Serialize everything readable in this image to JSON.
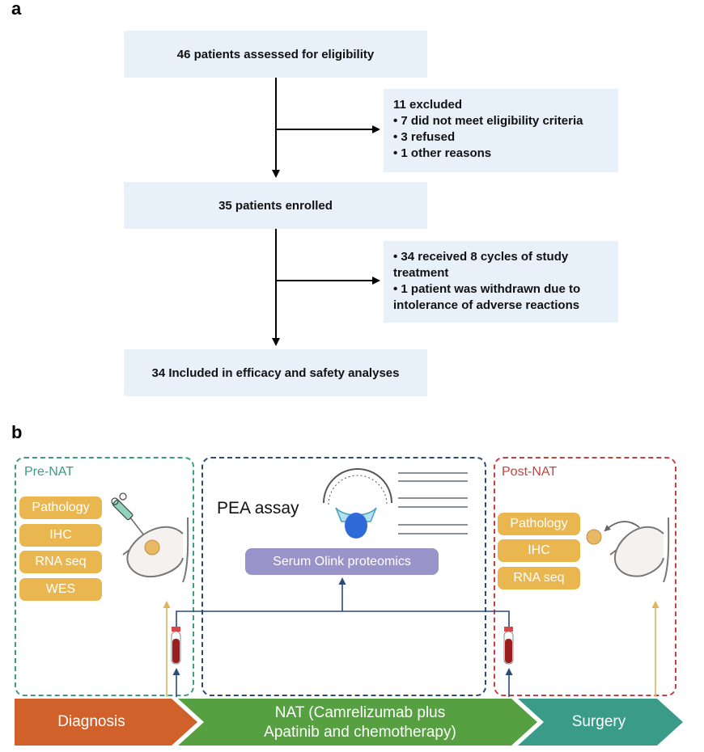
{
  "panel_a": {
    "label": "a",
    "box1": "46 patients assessed for eligibility",
    "excluded": {
      "title": "11 excluded",
      "items": [
        "• 7 did not meet eligibility criteria",
        "• 3 refused",
        "• 1 other reasons"
      ]
    },
    "box2": "35 patients enrolled",
    "treatment": {
      "items": [
        "• 34 received 8 cycles of study",
        "treatment",
        "• 1 patient was withdrawn due to",
        "intolerance of adverse reactions"
      ]
    },
    "box3": "34 Included in efficacy and safety analyses"
  },
  "panel_b": {
    "label": "b",
    "pre_nat": {
      "title": "Pre-NAT",
      "items": [
        "Pathology",
        "IHC",
        "RNA seq",
        "WES"
      ]
    },
    "middle": {
      "pea_label": "PEA assay",
      "olink_label": "Serum Olink proteomics"
    },
    "post_nat": {
      "title": "Post-NAT",
      "items": [
        "Pathology",
        "IHC",
        "RNA seq"
      ]
    },
    "stages": {
      "diagnosis": "Diagnosis",
      "nat_line1": "NAT (Camrelizumab plus",
      "nat_line2": "Apatinib and chemotherapy)",
      "surgery": "Surgery"
    },
    "colors": {
      "pre_nat": "#3d9b80",
      "middle": "#2a4a78",
      "post_nat": "#c94040",
      "diagnosis": "#d0612a",
      "nat": "#57a042",
      "surgery": "#3a9b88",
      "pill": "#e9b650",
      "olink": "#9a93c9"
    }
  }
}
